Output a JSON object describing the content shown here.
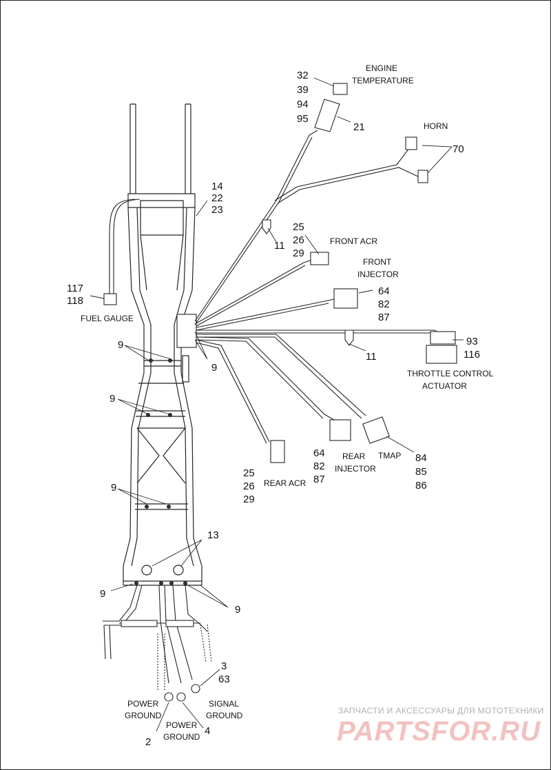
{
  "callouts": {
    "engine_temperature": {
      "numbers": [
        "32",
        "39",
        "94",
        "95"
      ],
      "caption": [
        "ENGINE",
        "TEMPERATURE"
      ]
    },
    "sensor_body": "21",
    "horn": {
      "caption": "HORN",
      "number": "70"
    },
    "frame_top": [
      "14",
      "22",
      "23"
    ],
    "clip_upper": "11",
    "front_acr": {
      "numbers": [
        "25",
        "26",
        "29"
      ],
      "caption": "FRONT ACR"
    },
    "front_injector": {
      "numbers": [
        "64",
        "82",
        "87"
      ],
      "caption": [
        "FRONT",
        "INJECTOR"
      ]
    },
    "fuel_gauge": {
      "numbers": [
        "117",
        "118"
      ],
      "caption": "FUEL GAUGE"
    },
    "throttle_control": {
      "numbers": [
        "93",
        "116"
      ],
      "caption": [
        "THROTTLE CONTROL",
        "ACTUATOR"
      ]
    },
    "clip_lower": "11",
    "ties": "9",
    "rear_acr": {
      "numbers": [
        "25",
        "26",
        "29"
      ],
      "caption": "REAR ACR"
    },
    "rear_injector": {
      "numbers": [
        "64",
        "82",
        "87"
      ],
      "caption": [
        "REAR",
        "INJECTOR"
      ]
    },
    "tmap": {
      "numbers": [
        "84",
        "85",
        "86"
      ],
      "caption": "TMAP"
    },
    "grommets": "13",
    "signal_ground": {
      "numbers": [
        "3",
        "63"
      ],
      "caption": [
        "SIGNAL",
        "GROUND"
      ]
    },
    "power_ground_left": {
      "number": "2",
      "caption": [
        "POWER",
        "GROUND"
      ]
    },
    "power_ground_right": {
      "number": "4",
      "caption": [
        "POWER",
        "GROUND"
      ]
    }
  },
  "watermark": {
    "tagline": "ЗАПЧАСТИ И АКСЕССУАРЫ ДЛЯ МОТОТЕХНИКИ",
    "brand": "PARTSFOR.RU"
  }
}
